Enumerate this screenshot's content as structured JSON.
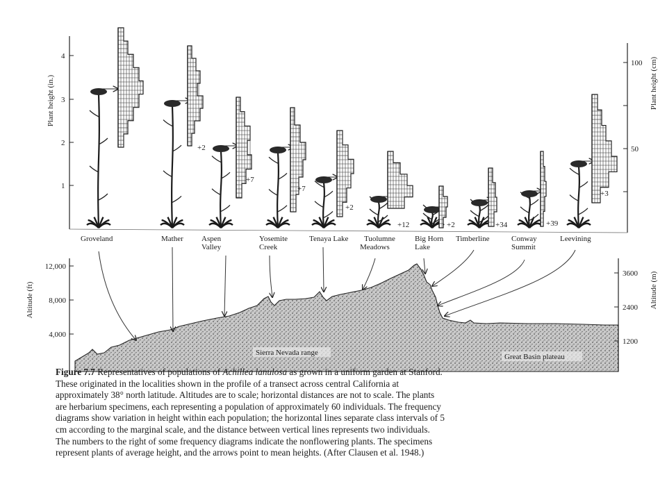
{
  "plant_axis": {
    "left_label": "Plant height (in.)",
    "left_ticks": [
      "1",
      "2",
      "3",
      "4"
    ],
    "right_label": "Plant height (cm)",
    "right_ticks": [
      "100",
      "50"
    ]
  },
  "altitude_axis": {
    "left_label": "Altitude (ft)",
    "left_ticks": [
      "12,000",
      "8,000",
      "4,000"
    ],
    "right_label": "Altitude (m)",
    "right_ticks": [
      "3600",
      "2400",
      "1200"
    ]
  },
  "localities": [
    {
      "line1": "Groveland",
      "line2": "",
      "nonflowering": ""
    },
    {
      "line1": "Mather",
      "line2": "",
      "nonflowering": ""
    },
    {
      "line1": "Aspen",
      "line2": "Valley",
      "nonflowering": "+2"
    },
    {
      "line1": "Yosemite",
      "line2": "Creek",
      "nonflowering": "+7"
    },
    {
      "line1": "Tenaya Lake",
      "line2": "",
      "nonflowering": "+7"
    },
    {
      "line1": "Tuolumne",
      "line2": "Meadows",
      "nonflowering": "+2"
    },
    {
      "line1": "Big Horn",
      "line2": "Lake",
      "nonflowering": "+12"
    },
    {
      "line1": "Timberline",
      "line2": "",
      "nonflowering": "+2"
    },
    {
      "line1": "Conway",
      "line2": "Summit",
      "nonflowering": "+34"
    },
    {
      "line1": "Leevining",
      "line2": "",
      "nonflowering": "+39"
    }
  ],
  "extra_nonflowering": [
    "+3"
  ],
  "regions": {
    "left": "Sierra Nevada range",
    "right": "Great Basin plateau"
  },
  "caption": {
    "figure_label": "Figure 7.7",
    "text_a": "Representatives of populations of",
    "species": "Achillea lanulosa",
    "text_b": "as grown in a uniform garden at Stanford. These originated in the localities shown in the profile of a transect across central California at approximately 38° north latitude. Altitudes are to scale; horizontal distances are not to scale. The plants are herbarium specimens, each representing a population of approximately 60 individuals. The frequency diagrams show variation in height within each population; the horizontal lines separate class intervals of 5 cm according to the marginal scale, and the distance between vertical lines represents two individuals. The numbers to the right of some frequency diagrams indicate the nonflowering plants. The specimens represent plants of average height, and the arrows point to mean heights. (After Clausen et al. 1948.)"
  }
}
